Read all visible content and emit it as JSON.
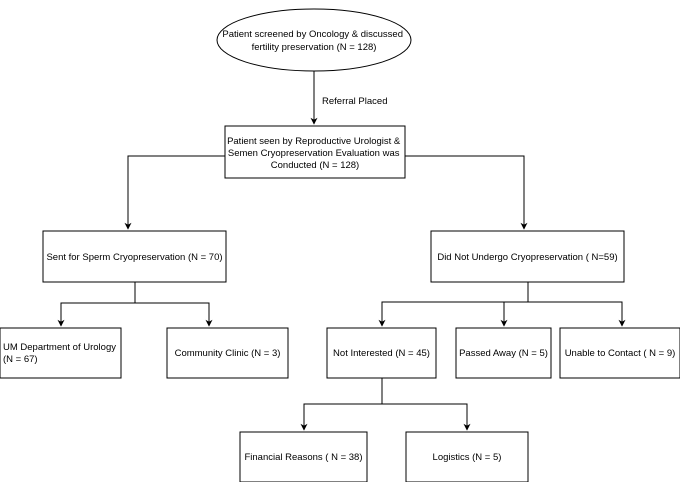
{
  "diagram": {
    "nodes": {
      "screened": {
        "lines": [
          "Patient screened by Oncology & discussed",
          "fertility preservation (N = 128)"
        ]
      },
      "seen": {
        "lines": [
          "Patient seen by Reproductive Urologist &",
          "Semen Cryopreservation Evaluation was",
          "Conducted (N = 128)"
        ]
      },
      "sent": {
        "lines": [
          "Sent for Sperm Cryopreservation (N = 70)"
        ]
      },
      "did_not": {
        "lines": [
          "Did Not Undergo Cryopreservation ( N=59)"
        ]
      },
      "um_urology": {
        "lines": [
          "UM Department of Urology",
          "(N = 67)"
        ]
      },
      "community": {
        "lines": [
          "Community Clinic (N = 3)"
        ]
      },
      "not_interested": {
        "lines": [
          "Not Interested (N = 45)"
        ]
      },
      "passed_away": {
        "lines": [
          "Passed Away (N = 5)"
        ]
      },
      "unable_contact": {
        "lines": [
          "Unable to Contact ( N = 9)"
        ]
      },
      "financial": {
        "lines": [
          "Financial Reasons ( N = 38)"
        ]
      },
      "logistics": {
        "lines": [
          "Logistics (N = 5)"
        ]
      }
    },
    "edge_labels": {
      "referral": "Referral Placed"
    }
  },
  "colors": {
    "stroke": "#000000",
    "fill": "#ffffff",
    "text": "#000000"
  }
}
